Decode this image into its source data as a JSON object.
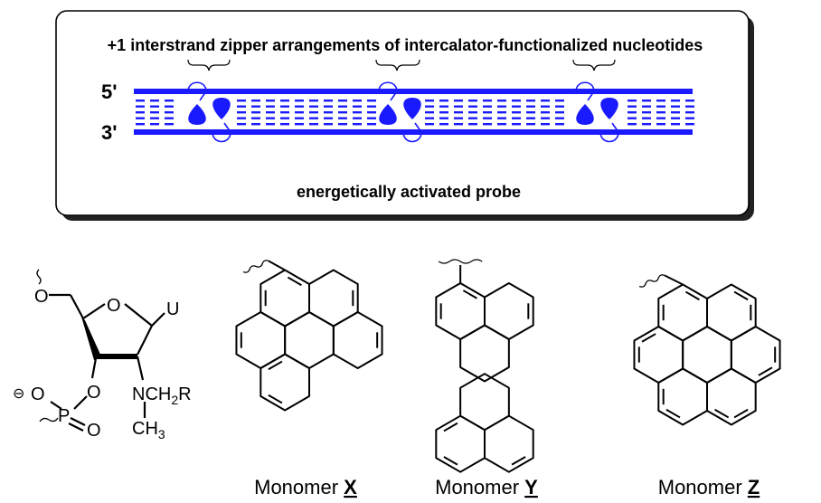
{
  "probe_panel": {
    "title": "+1 interstrand zipper arrangements of intercalator-functionalized nucleotides",
    "caption": "energetically activated probe",
    "strand_top_label": "5'",
    "strand_bottom_label": "3'",
    "strand_color": "#1a1aff"
  },
  "nucleotide": {
    "o_top": "O",
    "ring_o": "O",
    "base": "U",
    "o_left": "O",
    "o_minus": "O",
    "p": "P",
    "o_double": "O",
    "minus": "⊖",
    "n_sub": "NCH",
    "n_sub_2": "2",
    "n_sub_r": "R",
    "ch": "CH",
    "ch_3": "3"
  },
  "monomers": [
    {
      "prefix": "Monomer ",
      "letter": "X"
    },
    {
      "prefix": "Monomer ",
      "letter": "Y"
    },
    {
      "prefix": "Monomer ",
      "letter": "Z"
    }
  ]
}
